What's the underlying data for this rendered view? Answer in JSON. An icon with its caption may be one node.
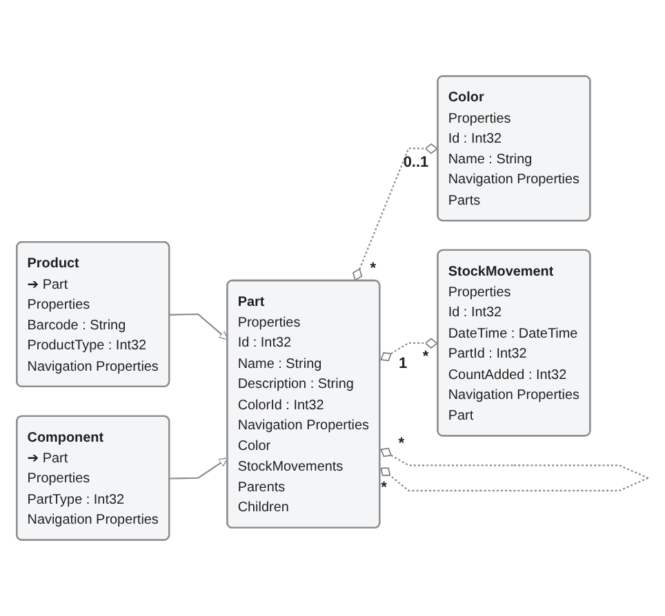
{
  "diagram": {
    "nodes": [
      {
        "text": [
          "Part",
          "Properties",
          "Id : Int32",
          "Name : String",
          "Description : String",
          "ColorId : Int32",
          "Navigation Properties",
          "Color",
          "StockMovements",
          "Parents",
          "Children"
        ]
      },
      {
        "text": [
          "Color",
          "Properties",
          "Id : Int32",
          "Name : String",
          "Navigation Properties",
          "Parts"
        ]
      },
      {
        "text": [
          "StockMovement",
          "Properties",
          "Id : Int32",
          "DateTime : DateTime",
          "PartId : Int32",
          "CountAdded : Int32",
          "Navigation Properties",
          "Part"
        ]
      },
      {
        "text": [
          "Product",
          "➔ Part",
          "Properties",
          "Barcode : String",
          "ProductType : Int32",
          "Navigation Properties"
        ]
      },
      {
        "text": [
          "Component",
          "➔ Part",
          "Properties",
          "PartType : Int32",
          "Navigation Properties"
        ]
      }
    ],
    "edges": [
      {
        "from": 0,
        "to": 0,
        "arrow": "other",
        "style": "dashed"
      },
      {
        "from": 0,
        "to": 1,
        "arrow": "other",
        "style": "dashed"
      },
      {
        "from": 0,
        "to": 2,
        "arrow": "other",
        "style": "dashed"
      },
      {
        "from": 3,
        "to": 0,
        "arrow": "to"
      },
      {
        "from": 4,
        "to": 0,
        "arrow": "to"
      }
    ],
    "labels": [
      "*",
      "*",
      "*",
      "0..1",
      "1",
      "*"
    ]
  }
}
